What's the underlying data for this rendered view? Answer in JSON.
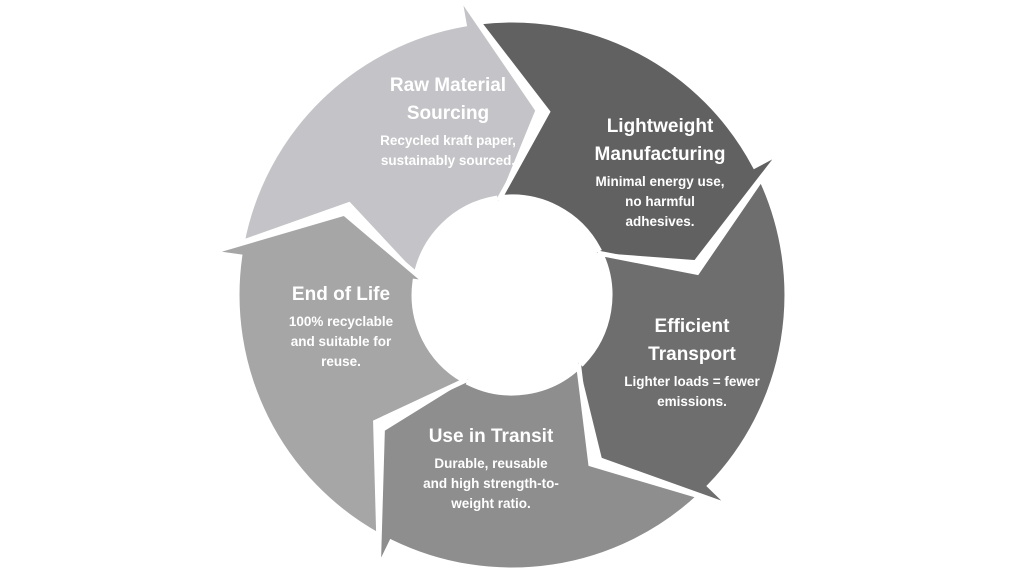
{
  "stages": [
    {
      "title_lines": [
        "Raw Material",
        "Sourcing"
      ],
      "desc_lines": [
        "Recycled kraft paper,",
        "sustainably sourced."
      ],
      "fill": "#c4c4c8",
      "text_color": "#ffffff"
    },
    {
      "title_lines": [
        "Lightweight",
        "Manufacturing"
      ],
      "desc_lines": [
        "Minimal energy use,",
        "no harmful",
        "adhesives."
      ],
      "fill": "#616161",
      "text_color": "#ffffff"
    },
    {
      "title_lines": [
        "Efficient",
        "Transport"
      ],
      "desc_lines": [
        "Lighter loads = fewer",
        "emissions."
      ],
      "fill": "#6e6e6e",
      "text_color": "#ffffff"
    },
    {
      "title_lines": [
        "Use in Transit"
      ],
      "desc_lines": [
        "Durable, reusable",
        "and high strength-to-",
        "weight ratio."
      ],
      "fill": "#8e8e8e",
      "text_color": "#ffffff"
    },
    {
      "title_lines": [
        "End of Life"
      ],
      "desc_lines": [
        "100% recyclable",
        "and suitable for",
        "reuse."
      ],
      "fill": "#a6a6a6",
      "text_color": "#ffffff"
    }
  ]
}
